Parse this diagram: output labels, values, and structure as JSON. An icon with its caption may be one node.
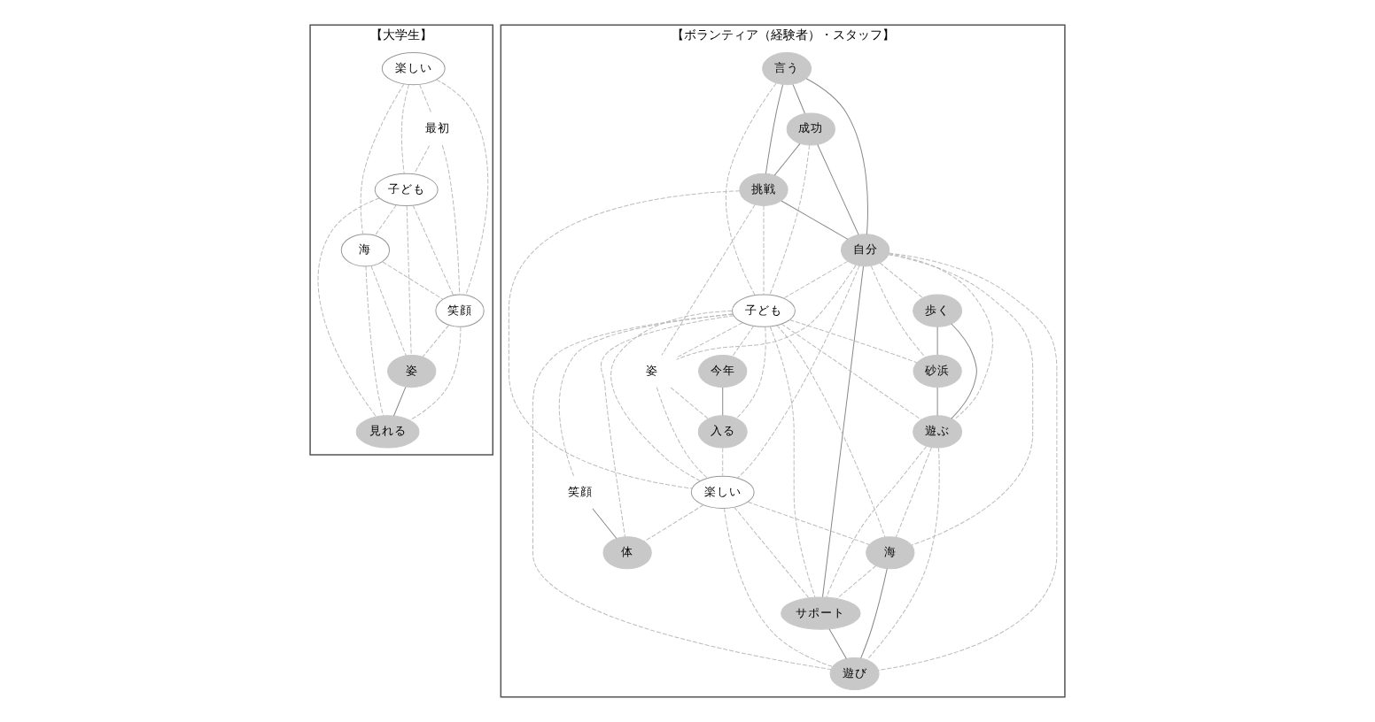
{
  "diagram": {
    "nodes": [
      {
        "text": [
          "【大学生】"
        ]
      },
      {
        "text": [
          "楽しい"
        ],
        "in": 0
      },
      {
        "text": [
          "最初"
        ],
        "in": 0
      },
      {
        "text": [
          "子ども"
        ],
        "in": 0
      },
      {
        "text": [
          "海"
        ],
        "in": 0
      },
      {
        "text": [
          "笑顔"
        ],
        "in": 0
      },
      {
        "text": [
          "姿"
        ],
        "in": 0
      },
      {
        "text": [
          "見れる"
        ],
        "in": 0
      },
      {
        "text": [
          "【ボランティア（経験者）・スタッフ】"
        ]
      },
      {
        "text": [
          "言う"
        ],
        "in": 8
      },
      {
        "text": [
          "成功"
        ],
        "in": 8
      },
      {
        "text": [
          "挑戦"
        ],
        "in": 8
      },
      {
        "text": [
          "歩く"
        ],
        "in": 8
      },
      {
        "text": [
          "砂浜"
        ],
        "in": 8
      },
      {
        "text": [
          "自分"
        ],
        "in": 8
      },
      {
        "text": [
          "姿"
        ],
        "in": 8
      },
      {
        "text": [
          "子ども"
        ],
        "in": 8
      },
      {
        "text": [
          "今年"
        ],
        "in": 8
      },
      {
        "text": [
          "遊ぶ"
        ],
        "in": 8
      },
      {
        "text": [
          "入る"
        ],
        "in": 8
      },
      {
        "text": [
          "海"
        ],
        "in": 8
      },
      {
        "text": [
          "楽しい"
        ],
        "in": 8
      },
      {
        "text": [
          "サポート"
        ],
        "in": 8
      },
      {
        "text": [
          "遊び"
        ],
        "in": 8
      },
      {
        "text": [
          "笑顔"
        ],
        "in": 8
      },
      {
        "text": [
          "体"
        ],
        "in": 8
      }
    ],
    "edges": [
      {
        "from": 1,
        "to": 2,
        "arrow": "none",
        "style": "dashed"
      },
      {
        "from": 1,
        "to": 5,
        "arrow": "none",
        "style": "dashed"
      },
      {
        "from": 1,
        "to": 3,
        "arrow": "none",
        "style": "dashed"
      },
      {
        "from": 1,
        "to": 4,
        "arrow": "none",
        "style": "dashed"
      },
      {
        "from": 2,
        "to": 3,
        "arrow": "none",
        "style": "dashed"
      },
      {
        "from": 2,
        "to": 5,
        "arrow": "none",
        "style": "dashed"
      },
      {
        "from": 3,
        "to": 5,
        "arrow": "none",
        "style": "dashed"
      },
      {
        "from": 3,
        "to": 4,
        "arrow": "none",
        "style": "dashed"
      },
      {
        "from": 3,
        "to": 7,
        "arrow": "none",
        "style": "dashed"
      },
      {
        "from": 3,
        "to": 6,
        "arrow": "none",
        "style": "dashed"
      },
      {
        "from": 4,
        "to": 5,
        "arrow": "none",
        "style": "dashed"
      },
      {
        "from": 4,
        "to": 7,
        "arrow": "none",
        "style": "dashed"
      },
      {
        "from": 4,
        "to": 6,
        "arrow": "none",
        "style": "dashed"
      },
      {
        "from": 5,
        "to": 6,
        "arrow": "none",
        "style": "dashed"
      },
      {
        "from": 5,
        "to": 7,
        "arrow": "none",
        "style": "dashed"
      },
      {
        "from": 6,
        "to": 7,
        "arrow": "none"
      },
      {
        "from": 9,
        "to": 10,
        "arrow": "none"
      },
      {
        "from": 9,
        "to": 11,
        "arrow": "none"
      },
      {
        "from": 9,
        "to": 14,
        "arrow": "none"
      },
      {
        "from": 10,
        "to": 11,
        "arrow": "none"
      },
      {
        "from": 10,
        "to": 14,
        "arrow": "none"
      },
      {
        "from": 11,
        "to": 14,
        "arrow": "none"
      },
      {
        "from": 12,
        "to": 13,
        "arrow": "none"
      },
      {
        "from": 12,
        "to": 18,
        "arrow": "none"
      },
      {
        "from": 13,
        "to": 18,
        "arrow": "none"
      },
      {
        "from": 17,
        "to": 19,
        "arrow": "none"
      },
      {
        "from": 24,
        "to": 25,
        "arrow": "none"
      },
      {
        "from": 20,
        "to": 23,
        "arrow": "none"
      },
      {
        "from": 22,
        "to": 23,
        "arrow": "none"
      },
      {
        "from": 14,
        "to": 22,
        "arrow": "none"
      },
      {
        "from": 9,
        "to": 16,
        "arrow": "none",
        "style": "dashed"
      },
      {
        "from": 10,
        "to": 16,
        "arrow": "none",
        "style": "dashed"
      },
      {
        "from": 11,
        "to": 15,
        "arrow": "none",
        "style": "dashed"
      },
      {
        "from": 11,
        "to": 16,
        "arrow": "none",
        "style": "dashed"
      },
      {
        "from": 11,
        "to": 21,
        "arrow": "none",
        "style": "dashed"
      },
      {
        "from": 14,
        "to": 12,
        "arrow": "none",
        "style": "dashed"
      },
      {
        "from": 14,
        "to": 13,
        "arrow": "none",
        "style": "dashed"
      },
      {
        "from": 14,
        "to": 15,
        "arrow": "none",
        "style": "dashed"
      },
      {
        "from": 14,
        "to": 16,
        "arrow": "none",
        "style": "dashed"
      },
      {
        "from": 14,
        "to": 18,
        "arrow": "none",
        "style": "dashed"
      },
      {
        "from": 14,
        "to": 21,
        "arrow": "none",
        "style": "dashed"
      },
      {
        "from": 14,
        "to": 20,
        "arrow": "none",
        "style": "dashed"
      },
      {
        "from": 14,
        "to": 23,
        "arrow": "none",
        "style": "dashed"
      },
      {
        "from": 16,
        "to": 13,
        "arrow": "none",
        "style": "dashed"
      },
      {
        "from": 16,
        "to": 17,
        "arrow": "none",
        "style": "dashed"
      },
      {
        "from": 16,
        "to": 15,
        "arrow": "none",
        "style": "dashed"
      },
      {
        "from": 16,
        "to": 18,
        "arrow": "none",
        "style": "dashed"
      },
      {
        "from": 16,
        "to": 19,
        "arrow": "none",
        "style": "dashed"
      },
      {
        "from": 16,
        "to": 21,
        "arrow": "none",
        "style": "dashed"
      },
      {
        "from": 16,
        "to": 24,
        "arrow": "none",
        "style": "dashed"
      },
      {
        "from": 16,
        "to": 25,
        "arrow": "none",
        "style": "dashed"
      },
      {
        "from": 16,
        "to": 20,
        "arrow": "none",
        "style": "dashed"
      },
      {
        "from": 16,
        "to": 22,
        "arrow": "none",
        "style": "dashed"
      },
      {
        "from": 16,
        "to": 23,
        "arrow": "none",
        "style": "dashed"
      },
      {
        "from": 15,
        "to": 19,
        "arrow": "none",
        "style": "dashed"
      },
      {
        "from": 15,
        "to": 21,
        "arrow": "none",
        "style": "dashed"
      },
      {
        "from": 19,
        "to": 21,
        "arrow": "none",
        "style": "dashed"
      },
      {
        "from": 21,
        "to": 20,
        "arrow": "none",
        "style": "dashed"
      },
      {
        "from": 21,
        "to": 22,
        "arrow": "none",
        "style": "dashed"
      },
      {
        "from": 21,
        "to": 23,
        "arrow": "none",
        "style": "dashed"
      },
      {
        "from": 21,
        "to": 25,
        "arrow": "none",
        "style": "dashed"
      },
      {
        "from": 18,
        "to": 20,
        "arrow": "none",
        "style": "dashed"
      },
      {
        "from": 18,
        "to": 22,
        "arrow": "none",
        "style": "dashed"
      },
      {
        "from": 18,
        "to": 23,
        "arrow": "none",
        "style": "dashed"
      },
      {
        "from": 20,
        "to": 22,
        "arrow": "none",
        "style": "dashed"
      }
    ]
  }
}
